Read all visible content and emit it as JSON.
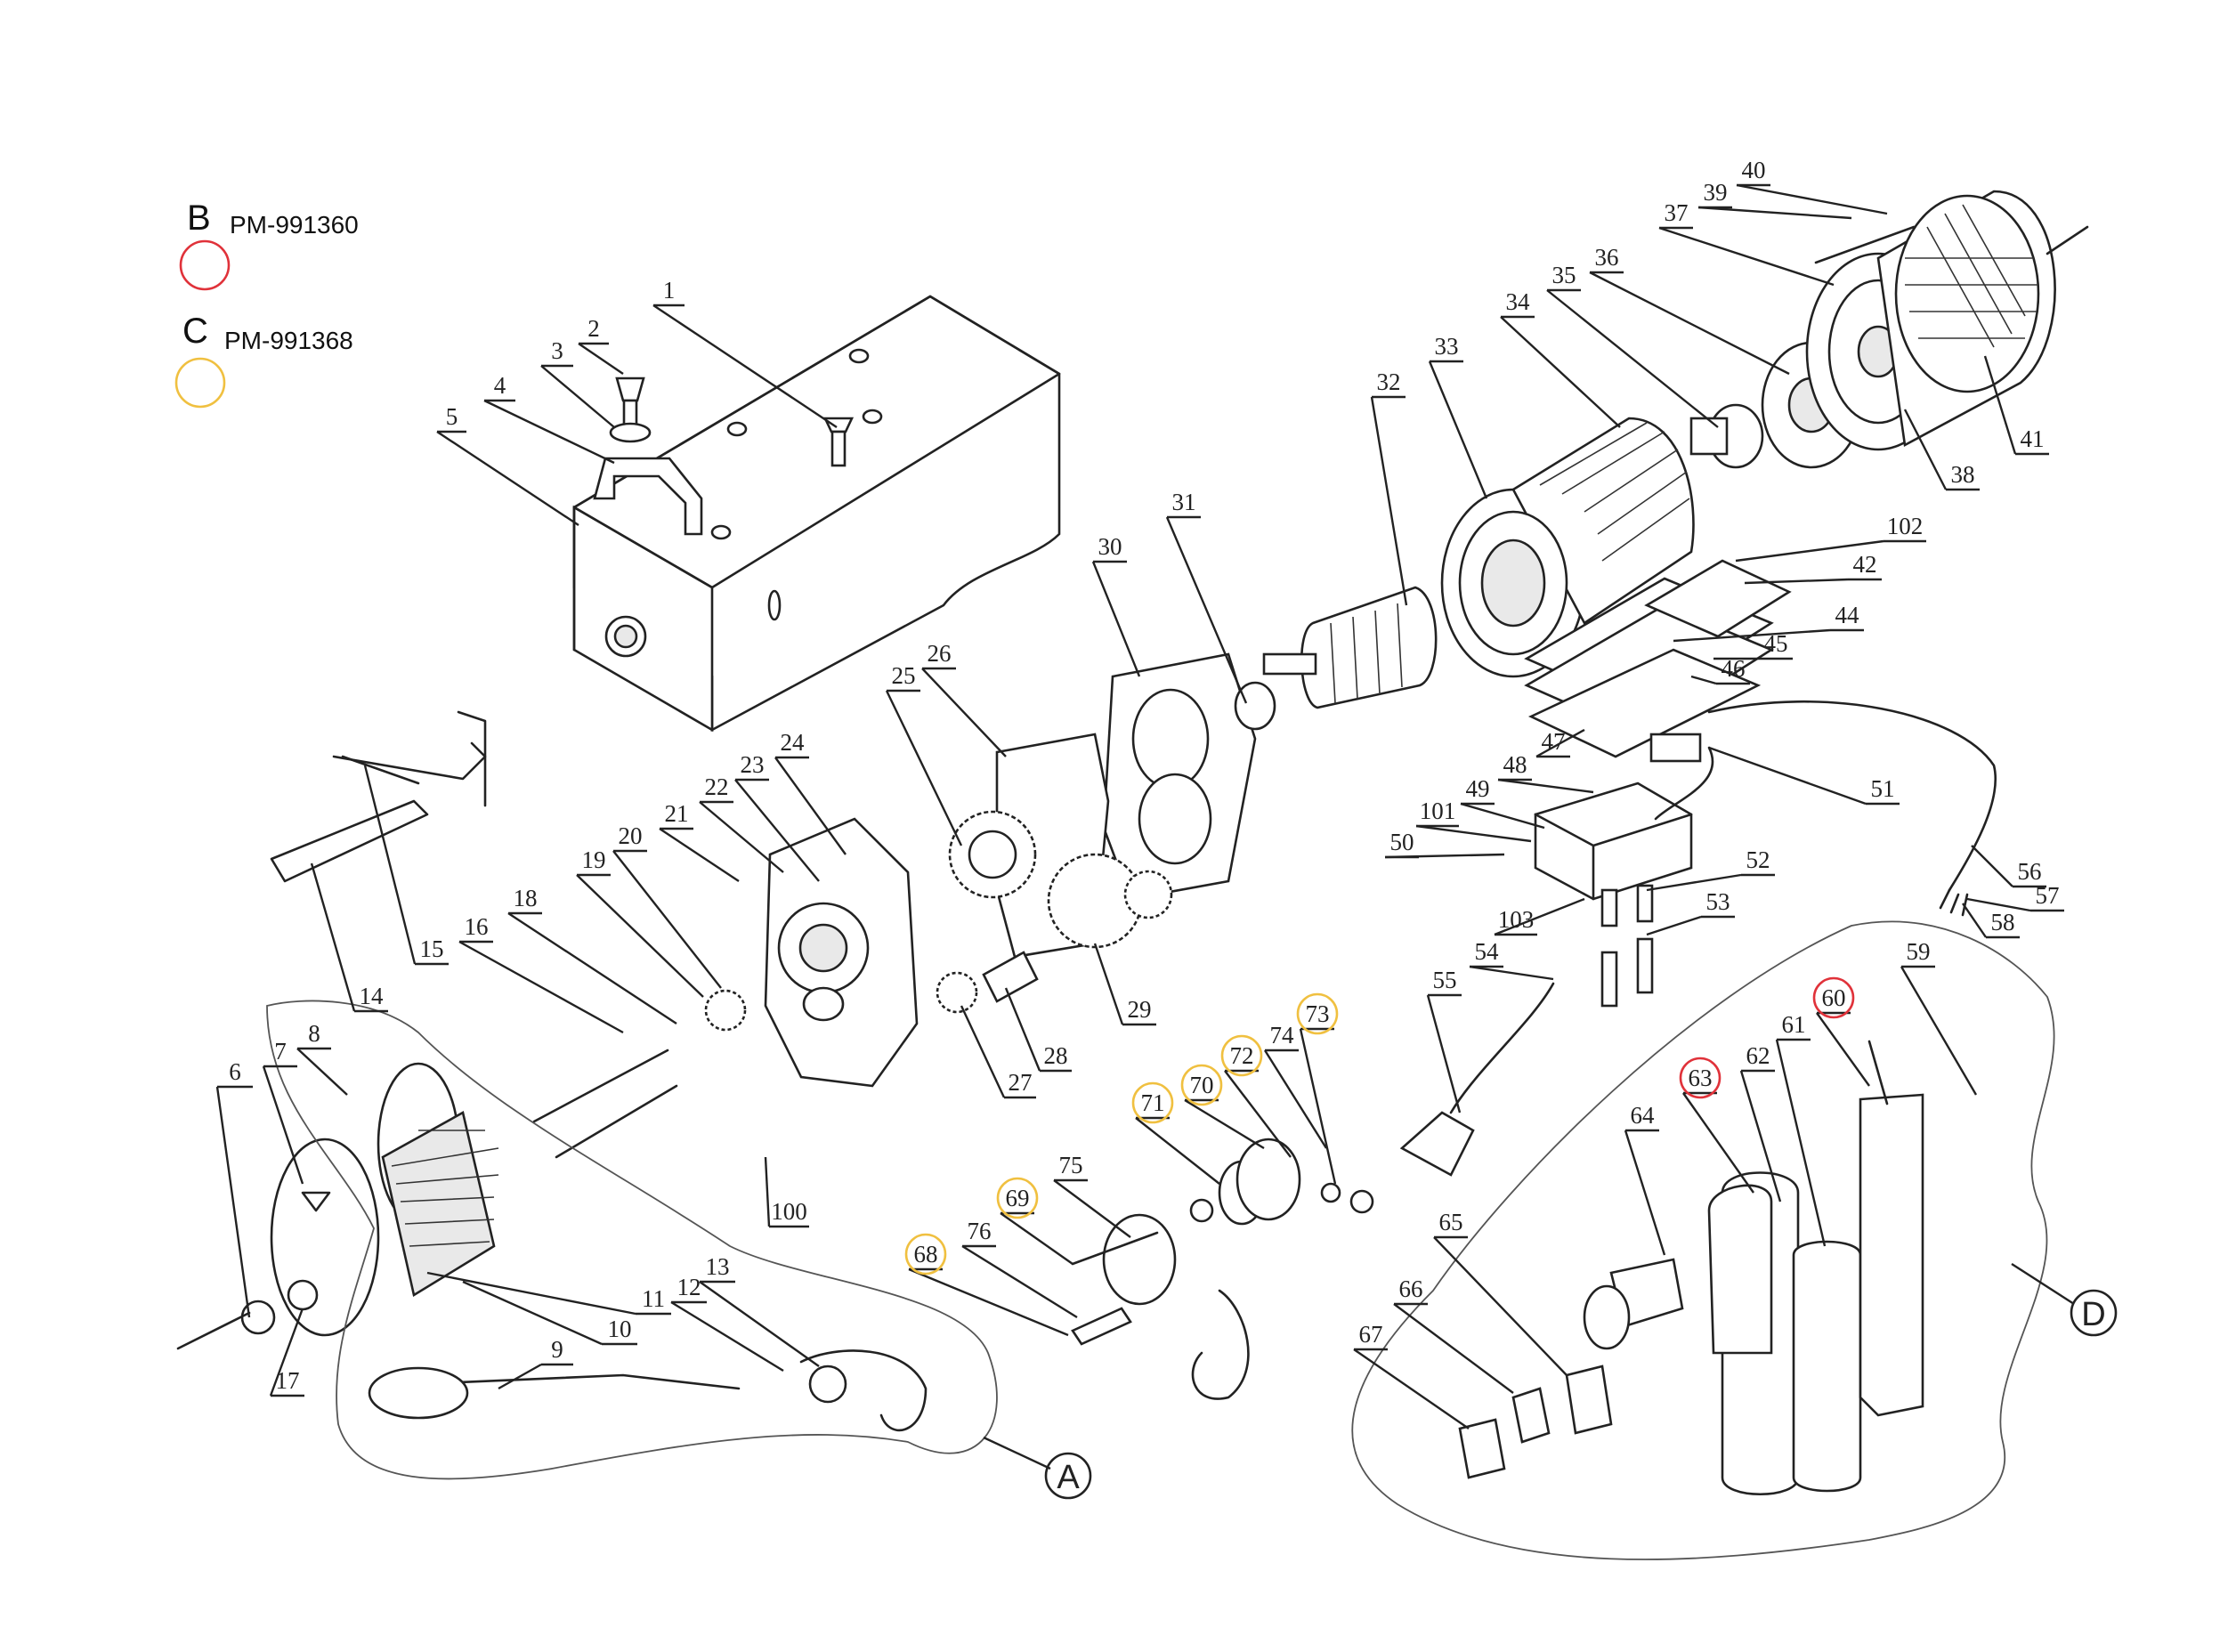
{
  "legend": [
    {
      "letter": "B",
      "code": "PM-991360",
      "color": "#e0323a"
    },
    {
      "letter": "C",
      "code": "PM-991368",
      "color": "#f0c040"
    }
  ],
  "colors": {
    "b_highlight": "#e0323a",
    "c_highlight": "#f0c040",
    "line": "#222222"
  },
  "groups": [
    "A",
    "D"
  ],
  "parts": [
    "1",
    "2",
    "3",
    "4",
    "5",
    "6",
    "7",
    "8",
    "9",
    "10",
    "11",
    "12",
    "13",
    "14",
    "15",
    "16",
    "17",
    "18",
    "19",
    "20",
    "21",
    "22",
    "23",
    "24",
    "25",
    "26",
    "27",
    "28",
    "29",
    "30",
    "31",
    "32",
    "33",
    "34",
    "35",
    "36",
    "37",
    "38",
    "39",
    "40",
    "41",
    "42",
    "44",
    "45",
    "46",
    "47",
    "48",
    "49",
    "50",
    "51",
    "52",
    "53",
    "54",
    "55",
    "56",
    "57",
    "58",
    "59",
    "60",
    "61",
    "62",
    "63",
    "64",
    "65",
    "66",
    "67",
    "68",
    "69",
    "70",
    "71",
    "72",
    "73",
    "74",
    "75",
    "76",
    "100",
    "101",
    "102",
    "103"
  ]
}
